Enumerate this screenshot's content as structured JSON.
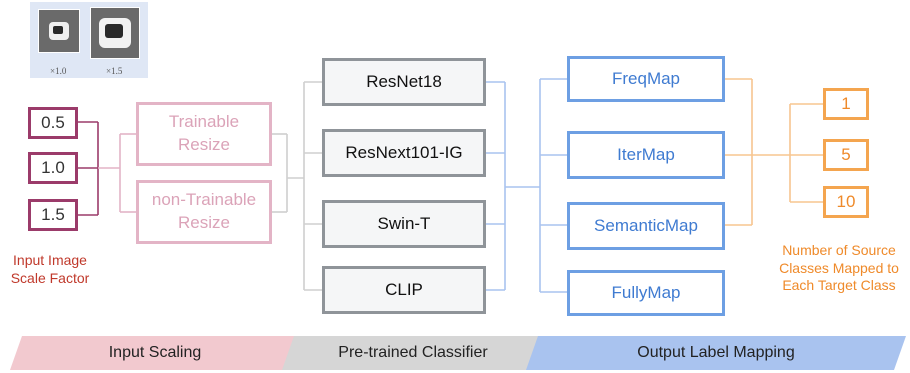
{
  "thumbnails": {
    "factors": [
      "×1.0",
      "×1.5"
    ]
  },
  "scale_factors": [
    "0.5",
    "1.0",
    "1.5"
  ],
  "scale_caption": [
    "Input Image",
    "Scale Factor"
  ],
  "resize_modules": [
    {
      "line1": "Trainable",
      "line2": "Resize"
    },
    {
      "line1": "non-Trainable",
      "line2": "Resize"
    }
  ],
  "classifiers": [
    "ResNet18",
    "ResNext101-IG",
    "Swin-T",
    "CLIP"
  ],
  "label_maps": [
    "FreqMap",
    "IterMap",
    "SemanticMap",
    "FullyMap"
  ],
  "source_counts": [
    "1",
    "5",
    "10"
  ],
  "count_caption": [
    "Number of Source",
    "Classes Mapped to",
    "Each Target Class"
  ],
  "stages": [
    "Input Scaling",
    "Pre-trained Classifier",
    "Output Label Mapping"
  ],
  "colors": {
    "scale_border": "#9b3b6a",
    "resize": "#e3b4c6",
    "classifier": "#8f9499",
    "mapping": "#6d9fe3",
    "count": "#f4a54f",
    "stage_input": "#f2c9cf",
    "stage_classifier": "#d6d6d6",
    "stage_mapping": "#a9c3ef"
  }
}
